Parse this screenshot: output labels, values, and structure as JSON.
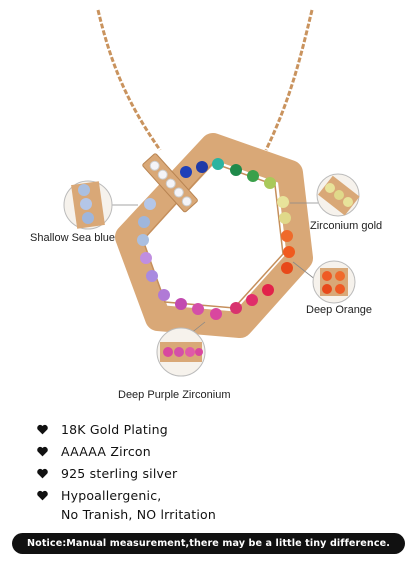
{
  "callouts": {
    "shallow_sea": "Shallow Sea blue",
    "zirconium_gold": "Zirconium gold",
    "deep_orange": "Deep Orange",
    "deep_purple": "Deep Purple Zirconium"
  },
  "features": [
    {
      "text": "18K Gold Plating"
    },
    {
      "text": "AAAAA Zircon"
    },
    {
      "text": "925 sterling silver"
    },
    {
      "text": "Hypoallergenic,\nNo Tranish, NO lrritation"
    }
  ],
  "notice": "Notice:Manual measurement,there may be a little tiny difference.",
  "colors": {
    "gold": "#d9a877",
    "shallow_blue": "#aabfe0",
    "zircon_gold": "#e8e39a",
    "orange": "#ef5a24",
    "purple": "#d9479f"
  }
}
